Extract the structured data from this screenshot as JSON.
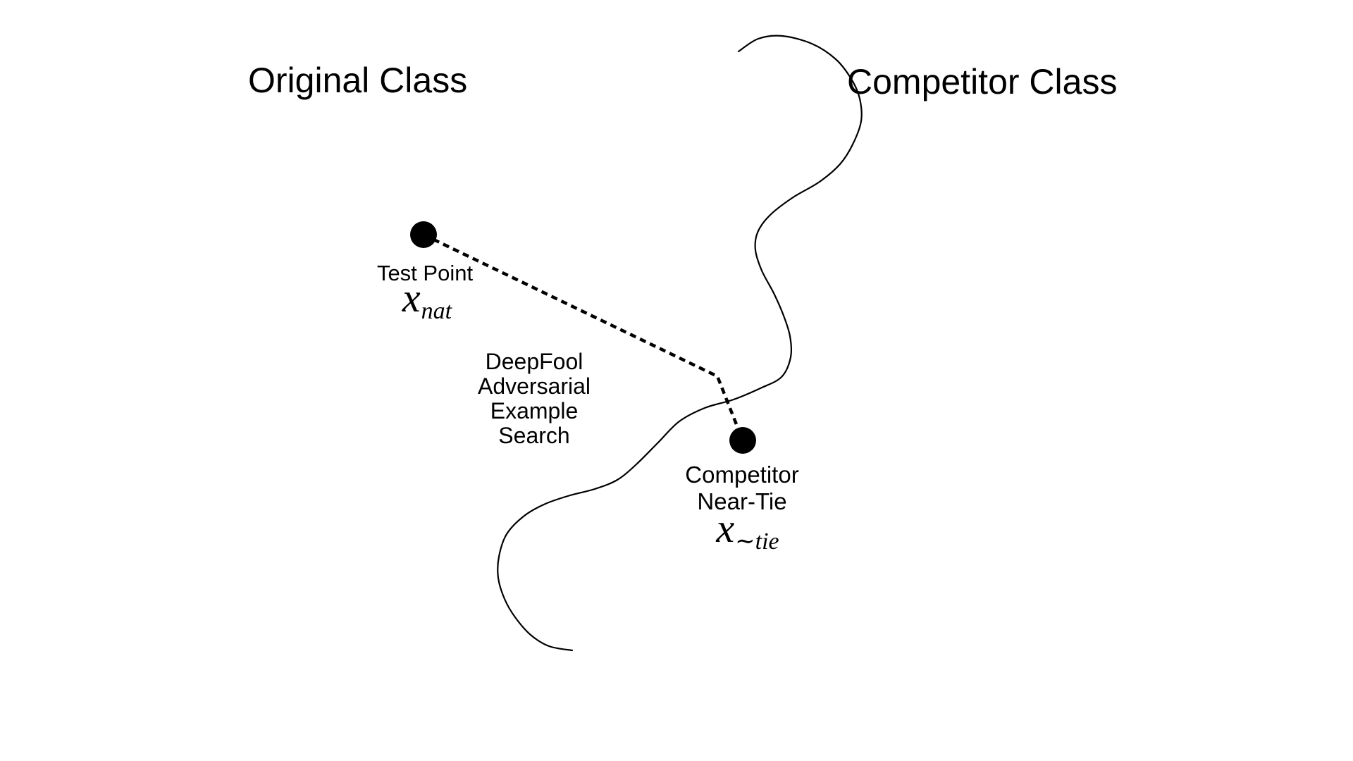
{
  "colors": {
    "ink": "#000000",
    "background": "#ffffff"
  },
  "regions": {
    "left_class_label": "Original Class",
    "right_class_label": "Competitor Class"
  },
  "test_point": {
    "label": "Test Point",
    "symbol": "x",
    "subscript": "nat"
  },
  "near_tie_point": {
    "label_lines": [
      "Competitor",
      "Near-Tie"
    ],
    "symbol": "x",
    "subscript": "∼tie"
  },
  "search_annotation": {
    "lines": [
      "DeepFool",
      "Adversarial",
      "Example",
      "Search"
    ]
  }
}
